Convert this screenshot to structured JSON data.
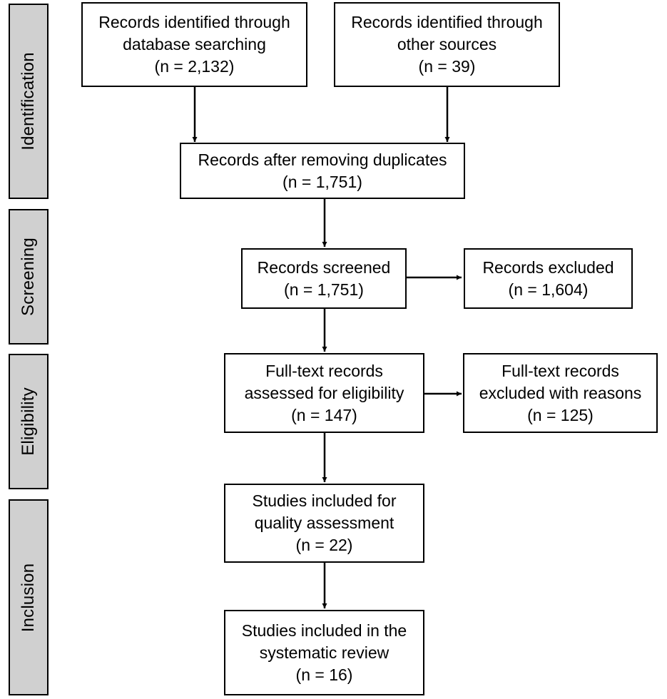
{
  "phases": {
    "identification": "Identification",
    "screening": "Screening",
    "eligibility": "Eligibility",
    "inclusion": "Inclusion"
  },
  "boxes": {
    "database_search": {
      "line1": "Records identified through",
      "line2": "database searching",
      "count": "(n = 2,132)"
    },
    "other_sources": {
      "line1": "Records identified through",
      "line2": "other sources",
      "count": "(n = 39)"
    },
    "after_duplicates": {
      "line1": "Records after removing duplicates",
      "count": "(n = 1,751)"
    },
    "screened": {
      "line1": "Records screened",
      "count": "(n = 1,751)"
    },
    "excluded": {
      "line1": "Records excluded",
      "count": "(n = 1,604)"
    },
    "fulltext_assessed": {
      "line1": "Full-text records",
      "line2": "assessed for eligibility",
      "count": "(n = 147)"
    },
    "fulltext_excluded": {
      "line1": "Full-text records",
      "line2": "excluded with reasons",
      "count": "(n = 125)"
    },
    "quality_assessment": {
      "line1": "Studies included for",
      "line2": "quality assessment",
      "count": "(n = 22)"
    },
    "systematic_review": {
      "line1": "Studies included in the",
      "line2": "systematic review",
      "count": "(n = 16)"
    }
  }
}
